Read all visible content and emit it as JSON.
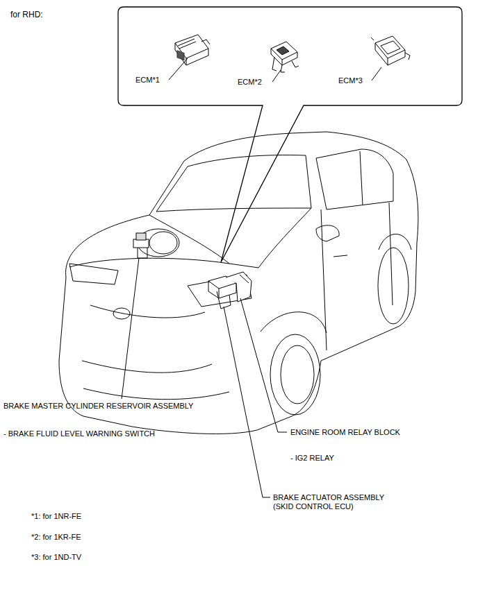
{
  "diagram": {
    "title": "for RHD:",
    "nodes": [
      {
        "text": [
          "ECM*1",
          "ECM*2",
          "ECM*3"
        ]
      }
    ],
    "labels": [
      "BRAKE MASTER CYLINDER RESERVOIR ASSEMBLY",
      "- BRAKE FLUID LEVEL WARNING SWITCH",
      "ENGINE ROOM RELAY BLOCK",
      "- IG2 RELAY",
      "BRAKE ACTUATOR ASSEMBLY (SKID CONTROL ECU)",
      "*1: for 1NR-FE",
      "*2: for 1KR-FE",
      "*3: for 1ND-TV"
    ]
  }
}
